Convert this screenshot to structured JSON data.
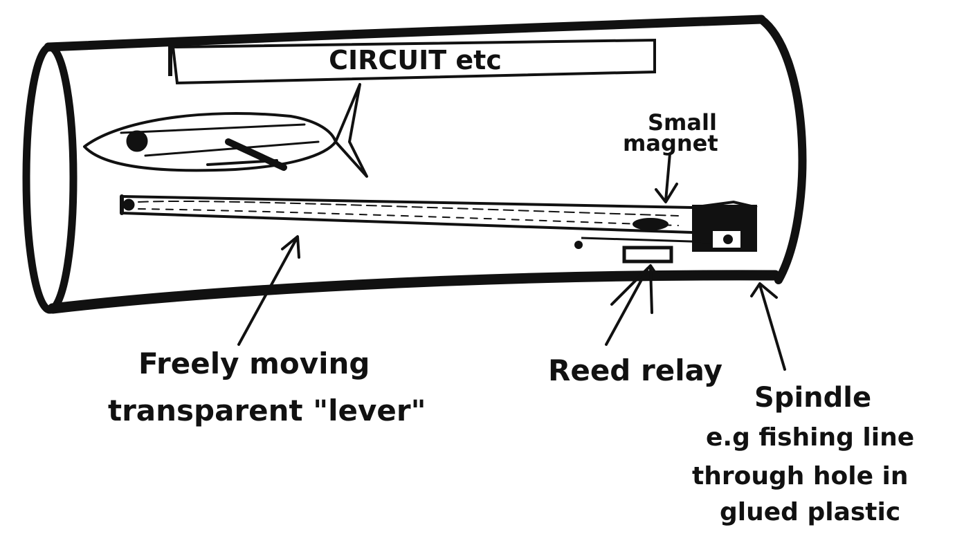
{
  "diagram": {
    "circuit_box_label": "CIRCUIT etc",
    "labels": {
      "small_magnet": [
        "Small",
        "magnet"
      ],
      "lever": [
        "Freely moving",
        "transparent \"lever\""
      ],
      "reed_relay": "Reed relay",
      "spindle": [
        "Spindle",
        "e.g fishing line",
        "through hole in",
        "glued plastic"
      ]
    },
    "ink_color": "#111111",
    "paper_color": "#ffffff"
  }
}
